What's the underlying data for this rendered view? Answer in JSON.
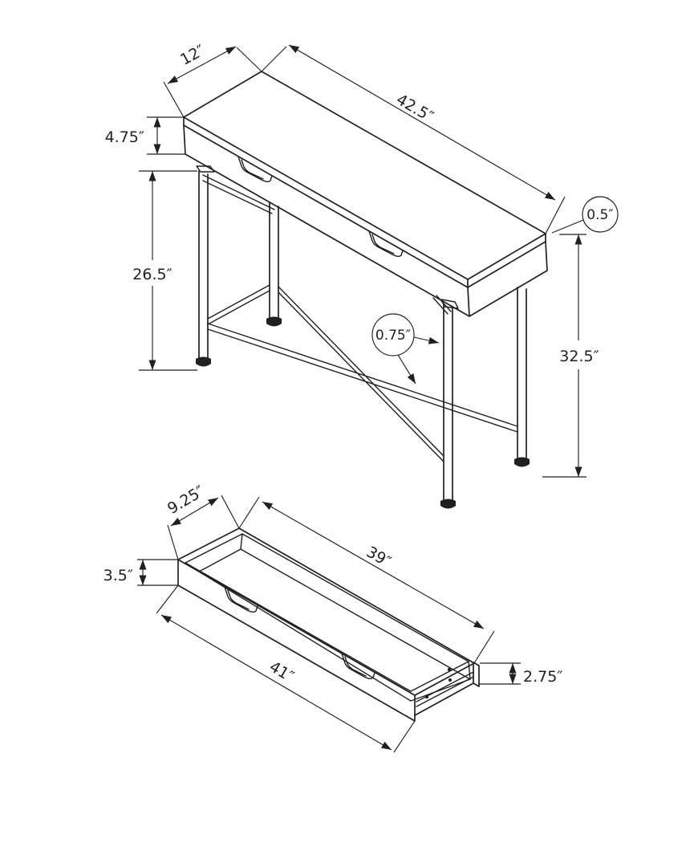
{
  "diagram": {
    "type": "furniture-dimension-drawing",
    "colors": {
      "line": "#231f20",
      "background": "#ffffff"
    },
    "table_view": {
      "top_depth": "12″",
      "top_length": "42.5″",
      "apron_height": "4.75″",
      "leg_section_height": "26.5″",
      "overall_height": "32.5″",
      "top_edge_thickness": "0.5″",
      "leg_tube_size": "0.75″"
    },
    "drawer_view": {
      "depth": "9.25″",
      "inner_width": "39″",
      "front_height": "3.5″",
      "outer_width": "41″",
      "side_height": "2.75″"
    }
  }
}
